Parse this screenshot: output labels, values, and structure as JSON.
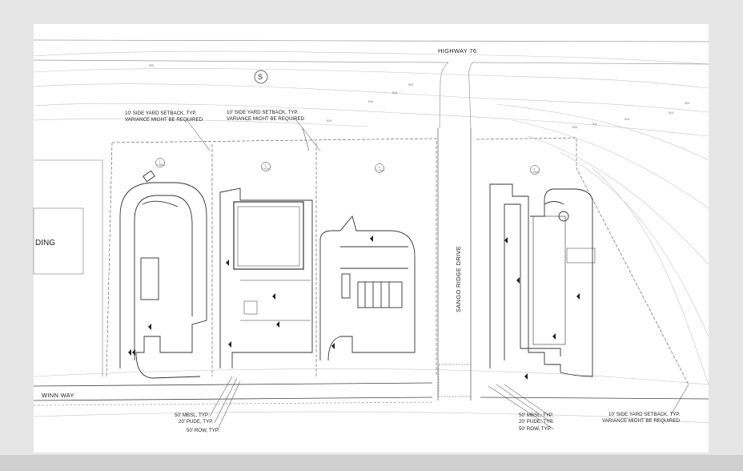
{
  "roads": {
    "highway": "HIGHWAY 76",
    "drive": "SANGO RIDGE DRIVE",
    "winn_way": "WINN WAY"
  },
  "partial_text": "DING",
  "setback_notes": [
    {
      "line1": "10' SIDE YARD SETBACK, TYP.",
      "line2": "VARIANCE MIGHT BE REQUIRED"
    },
    {
      "line1": "10' SIDE YARD SETBACK, TYP.",
      "line2": "VARIANCE MIGHT BE REQUIRED"
    },
    {
      "line1": "10' SIDE YARD SETBACK, TYP.",
      "line2": "VARIANCE MIGHT BE REQUIRED"
    }
  ],
  "easement_notes": [
    {
      "mbsl": "50' MBSL, TYP.",
      "pude": "20' PUDE, TYP.",
      "row": "50' ROW, TYP."
    },
    {
      "mbsl": "50' MBSL, TYP.",
      "pude": "20' PUDE, TYP.",
      "row": "50' ROW, TYP."
    }
  ],
  "lot_tags": [
    {
      "num": "1",
      "area": "0.98AC"
    },
    {
      "num": "2",
      "area": "0.97AC"
    },
    {
      "num": "3",
      "area": "1.13AC"
    },
    {
      "num": "4",
      "area": "1.60AC"
    }
  ],
  "contour_labels": [
    "520",
    "520",
    "518",
    "516",
    "516",
    "514",
    "512",
    "510",
    "514",
    "520"
  ],
  "north_symbol": "S",
  "colors": {
    "line": "#333333",
    "contour": "#b8b8b8",
    "sheet": "#ffffff",
    "background": "#e6e6e6"
  }
}
